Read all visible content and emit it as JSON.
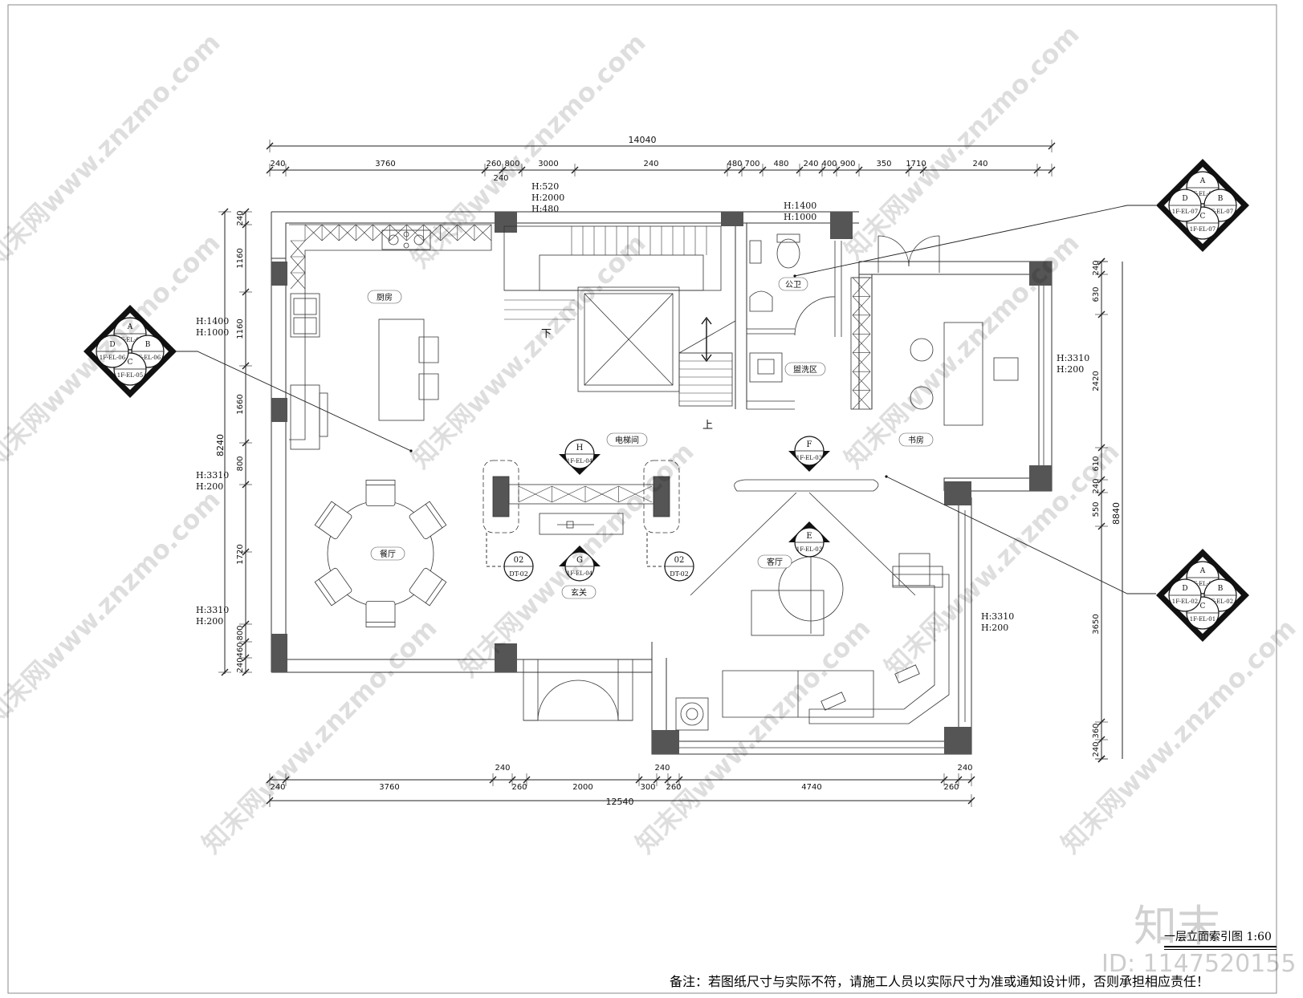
{
  "plan": {
    "title": "一层立面索引图 1:60",
    "note": "备注：若图纸尺寸与实际不符，请施工人员以实际尺寸为准或通知设计师，否则承担相应责任！",
    "watermark": {
      "site": "知末网www.znzmo.com",
      "brand": "知末",
      "id": "ID: 1147520155"
    },
    "rooms": {
      "kitchen": "厨房",
      "dining": "餐厅",
      "foyer": "玄关",
      "elevator": "电梯间",
      "toilet": "公卫",
      "wash": "盥洗区",
      "study": "书房",
      "living": "客厅",
      "stair_down": "下",
      "stair_up": "上"
    },
    "dims_top_total": "14040",
    "dims_top": [
      "240",
      "3760",
      "260",
      "800",
      "3000",
      "240",
      "480",
      "700",
      "480",
      "240",
      "400",
      "900",
      "350",
      "1710",
      "240"
    ],
    "dims_top_sub": "240",
    "dims_bottom_total": "12540",
    "dims_bottom": [
      "240",
      "3760",
      "240",
      "260",
      "2000",
      "300",
      "240",
      "260",
      "4740",
      "260",
      "240"
    ],
    "dims_left_total": "8240",
    "dims_left": [
      "240",
      "1160",
      "1160",
      "1660",
      "800",
      "1720",
      "800",
      "460",
      "240"
    ],
    "dims_right_total": "8840",
    "dims_right": [
      "240",
      "630",
      "2420",
      "610",
      "240",
      "550",
      "3650",
      "360",
      "240"
    ],
    "heights": {
      "top_mid": [
        "H:520",
        "H:2000",
        "H:480"
      ],
      "top_toilet": [
        "H:1400",
        "H:1000"
      ],
      "left_kitchen": [
        "H:1400",
        "H:1000"
      ],
      "left_mid": [
        "H:3310",
        "H:200"
      ],
      "left_low": [
        "H:3310",
        "H:200"
      ],
      "right_study": [
        "H:3310",
        "H:200"
      ],
      "right_living": [
        "H:3310",
        "H:200"
      ]
    },
    "callouts": {
      "kitchen": {
        "A": "A",
        "B": "B",
        "C": "C",
        "D": "D",
        "A_ref": "1F-EL-05",
        "B_ref": "1F-EL-06",
        "C_ref": "1F-EL-05",
        "D_ref": "1F-EL-06"
      },
      "toilet": {
        "A": "A",
        "B": "B",
        "C": "C",
        "D": "D",
        "A_ref": "1F-EL-07",
        "B_ref": "1F-EL-07",
        "C_ref": "1F-EL-07",
        "D_ref": "1F-EL-07"
      },
      "living": {
        "A": "A",
        "B": "B",
        "C": "C",
        "D": "D",
        "A_ref": "1F-EL-01",
        "B_ref": "1F-EL-02",
        "C_ref": "1F-EL-01",
        "D_ref": "1F-EL-02"
      }
    },
    "markers": {
      "H": {
        "letter": "H",
        "ref": "1F-EL-04"
      },
      "G": {
        "letter": "G",
        "ref": "1F-EL-04"
      },
      "F": {
        "letter": "F",
        "ref": "1F-EL-03"
      },
      "E": {
        "letter": "E",
        "ref": "1F-EL-03"
      },
      "D1": {
        "num": "02",
        "ref": "DT-02"
      },
      "D2": {
        "num": "02",
        "ref": "DT-02"
      }
    }
  }
}
